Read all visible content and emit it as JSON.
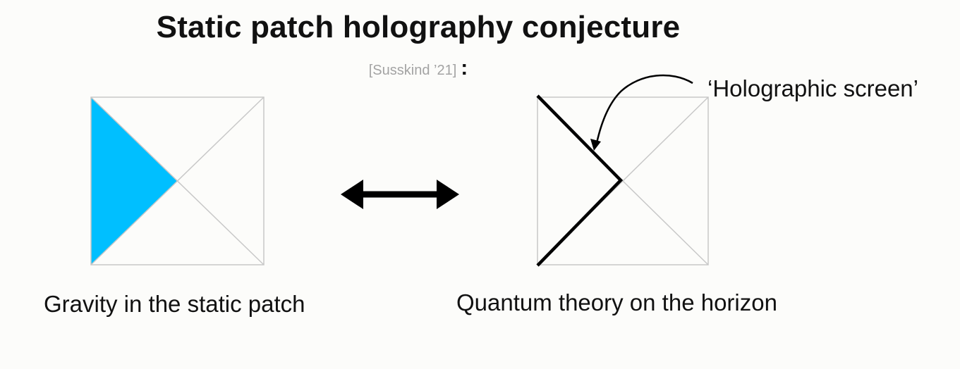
{
  "title": "Static patch holography conjecture",
  "citation": "[Susskind ’21]",
  "citation_separator": ":",
  "left_caption": "Gravity in the static patch",
  "right_caption": "Quantum theory on the horizon",
  "screen_label": "‘Holographic screen’",
  "colors": {
    "static_patch_fill": "#00bfff",
    "frame_line": "#c8c8c8",
    "thick_line": "#000000",
    "background": "#fcfcfa"
  },
  "icons": [
    "double-arrow-icon",
    "curved-arrow-icon"
  ]
}
